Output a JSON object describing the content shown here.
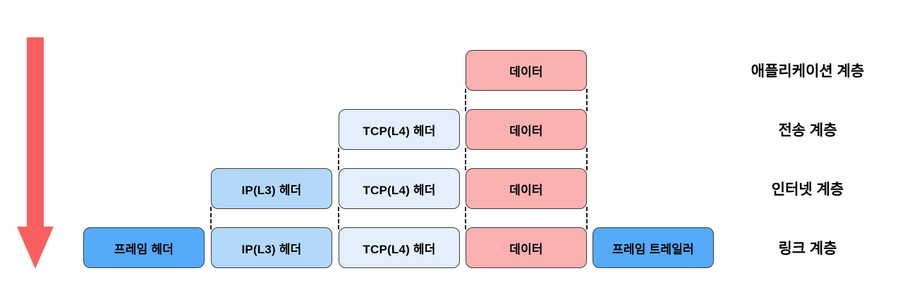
{
  "diagram": {
    "description_rows": 4,
    "colors": {
      "arrow": "#FA5F5F",
      "frame": "#55AAFA",
      "ip": "#B3D9FA",
      "tcp": "#E3EFFC",
      "data": "#FBB1B1"
    },
    "rows": [
      {
        "label": "애플리케이션 계층",
        "boxes": [
          {
            "text": "데이터",
            "type": "data"
          }
        ]
      },
      {
        "label": "전송 계층",
        "boxes": [
          {
            "text": "TCP(L4) 헤더",
            "type": "tcp"
          },
          {
            "text": "데이터",
            "type": "data"
          }
        ]
      },
      {
        "label": "인터넷 계층",
        "boxes": [
          {
            "text": "IP(L3) 헤더",
            "type": "ip"
          },
          {
            "text": "TCP(L4) 헤더",
            "type": "tcp"
          },
          {
            "text": "데이터",
            "type": "data"
          }
        ]
      },
      {
        "label": "링크 계층",
        "boxes": [
          {
            "text": "프레임 헤더",
            "type": "frame"
          },
          {
            "text": "IP(L3) 헤더",
            "type": "ip"
          },
          {
            "text": "TCP(L4) 헤더",
            "type": "tcp"
          },
          {
            "text": "데이터",
            "type": "data"
          },
          {
            "text": "프레임 트레일러",
            "type": "frame"
          }
        ]
      }
    ]
  }
}
